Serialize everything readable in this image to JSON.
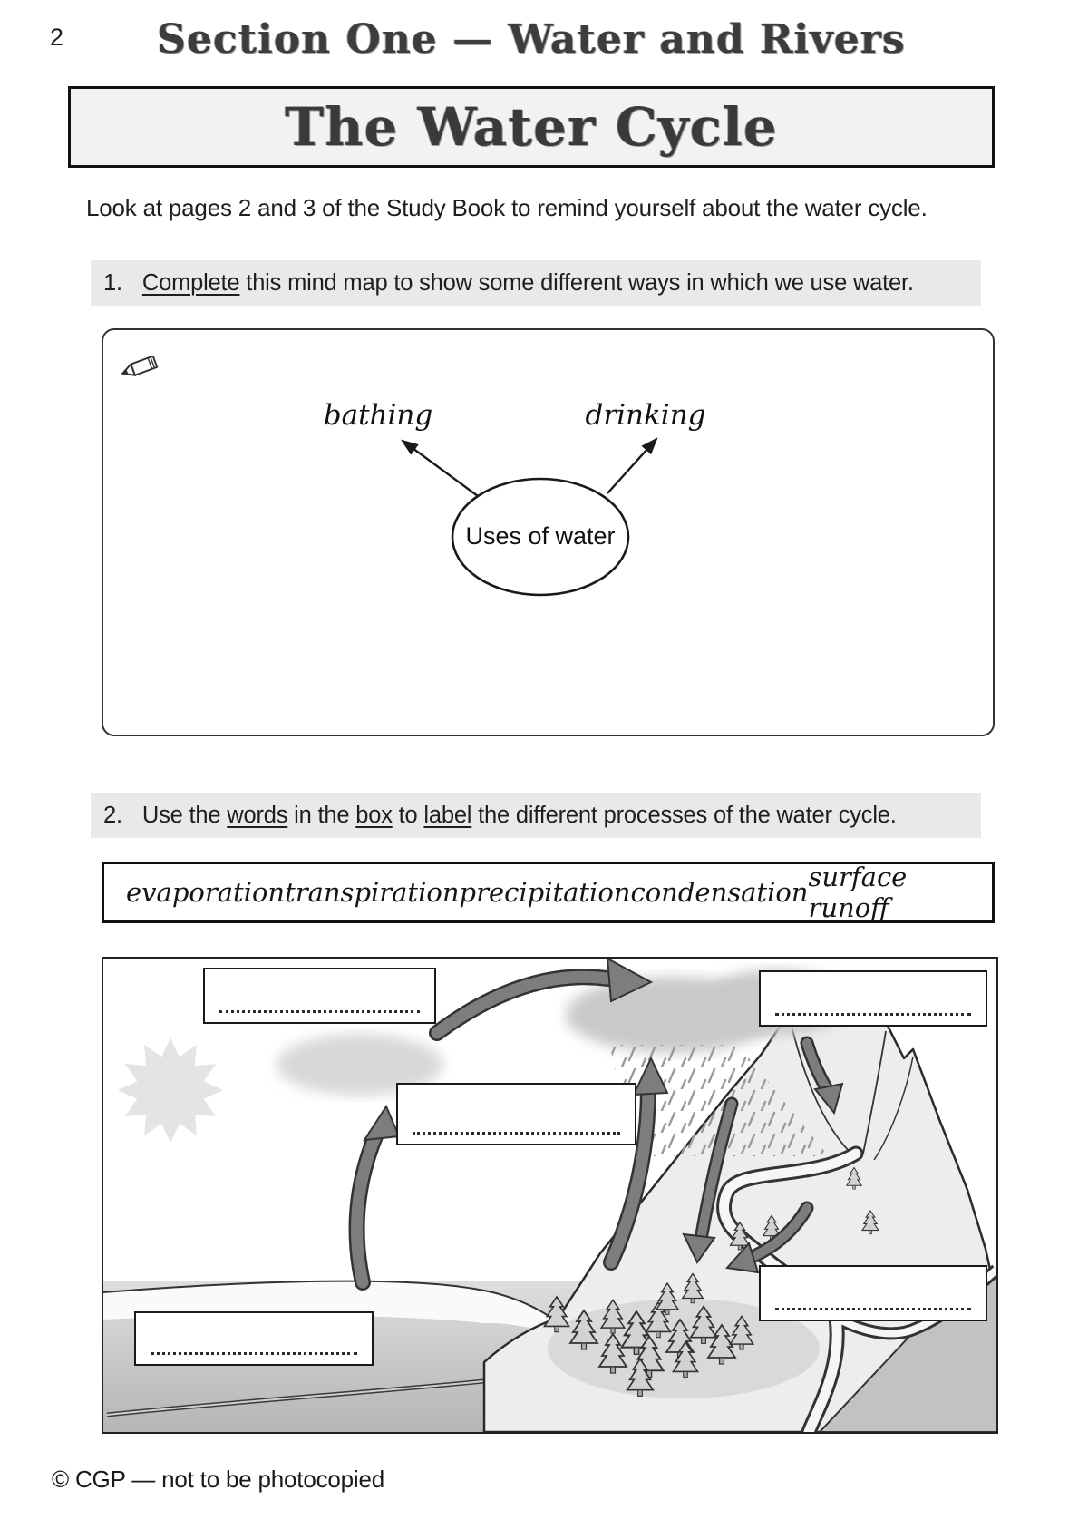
{
  "page": {
    "number": "2",
    "section_title": "Section One — Water and Rivers",
    "title": "The Water Cycle",
    "intro": "Look at pages 2 and 3 of the Study Book to remind yourself about the water cycle.",
    "footer": "© CGP — not to be photocopied"
  },
  "q1": {
    "number": "1.",
    "underlined": "Complete",
    "rest": " this mind map to show some different ways in which we use water."
  },
  "mindmap": {
    "center_label": "Uses of water",
    "branch1": "bathing",
    "branch2": "drinking",
    "pencil_icon": "pencil"
  },
  "q2": {
    "number": "2.",
    "seg1": "Use the ",
    "u1": "words",
    "seg2": " in the ",
    "u2": "box",
    "seg3": " to ",
    "u3": "label",
    "seg4": " the different processes of the water cycle."
  },
  "word_bank": {
    "w1": "evaporation",
    "w2": "transpiration",
    "w3": "precipitation",
    "w4": "condensation",
    "w5": "surface runoff"
  },
  "diagram": {
    "scene": "water-cycle-illustration",
    "labels": [
      {
        "position": "top-left",
        "value": ""
      },
      {
        "position": "top-right",
        "value": ""
      },
      {
        "position": "middle",
        "value": ""
      },
      {
        "position": "bottom-left",
        "value": ""
      },
      {
        "position": "bottom-right",
        "value": ""
      }
    ]
  },
  "colors": {
    "bar_bg": "#e9e9e9",
    "title_box_bg": "#f2f2f2",
    "arrow_fill": "#7d7d7d",
    "ink": "#1a1a1a"
  }
}
